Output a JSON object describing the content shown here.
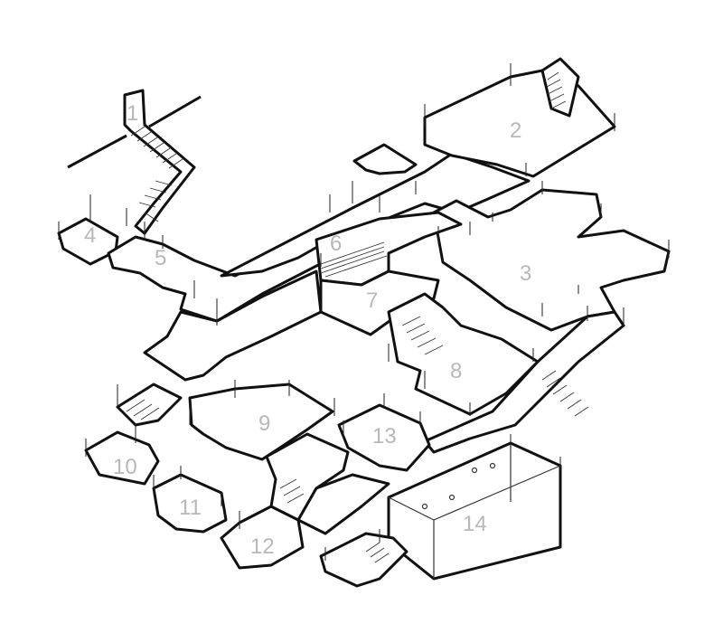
{
  "map": {
    "rooms": [
      {
        "id": "room-1",
        "label": "1"
      },
      {
        "id": "room-2",
        "label": "2"
      },
      {
        "id": "room-3",
        "label": "3"
      },
      {
        "id": "room-4",
        "label": "4"
      },
      {
        "id": "room-5",
        "label": "5"
      },
      {
        "id": "room-6",
        "label": "6"
      },
      {
        "id": "room-7",
        "label": "7"
      },
      {
        "id": "room-8",
        "label": "8"
      },
      {
        "id": "room-9",
        "label": "9"
      },
      {
        "id": "room-10",
        "label": "10"
      },
      {
        "id": "room-11",
        "label": "11"
      },
      {
        "id": "room-12",
        "label": "12"
      },
      {
        "id": "room-13",
        "label": "13"
      },
      {
        "id": "room-14",
        "label": "14"
      }
    ],
    "colors": {
      "ink": "#111111",
      "label": "#b8b8b8",
      "background": "#ffffff"
    }
  }
}
